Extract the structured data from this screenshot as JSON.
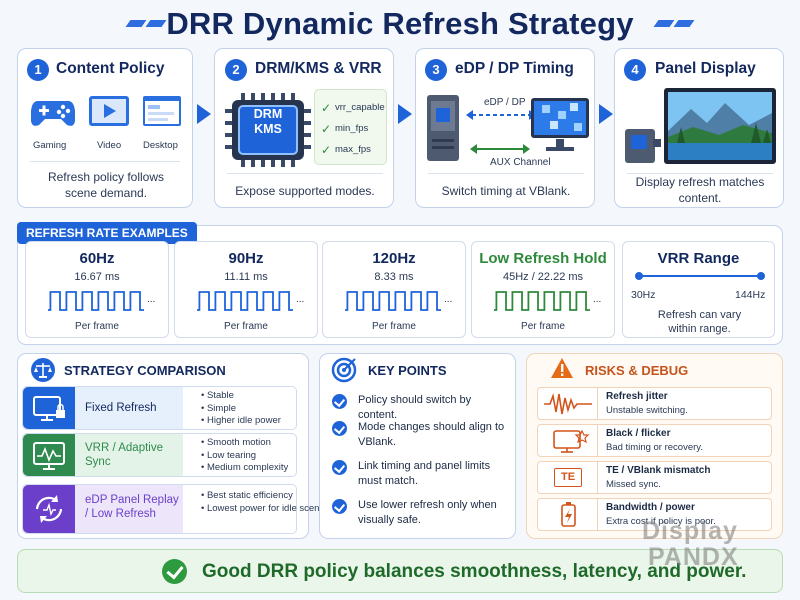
{
  "title": "DRR Dynamic Refresh Strategy",
  "steps": [
    {
      "num": "1",
      "title": "Content Policy",
      "caption": "Refresh policy follows scene demand.",
      "icons": [
        "Gaming",
        "Video",
        "Desktop"
      ]
    },
    {
      "num": "2",
      "title": "DRM/KMS & VRR",
      "caption": "Expose supported modes.",
      "chip": "DRM KMS",
      "props": [
        "vrr_capable",
        "min_fps",
        "max_fps"
      ]
    },
    {
      "num": "3",
      "title": "eDP / DP Timing",
      "caption": "Switch timing at VBlank.",
      "link_label": "eDP / DP",
      "aux_label": "AUX Channel"
    },
    {
      "num": "4",
      "title": "Panel Display",
      "caption": "Display refresh matches content."
    }
  ],
  "rates": {
    "tag": "REFRESH RATE EXAMPLES",
    "items": [
      {
        "title": "60Hz",
        "sub": "16.67 ms",
        "per": "Per frame",
        "pulses": 6,
        "color": "#1f63d8",
        "green": false
      },
      {
        "title": "90Hz",
        "sub": "11.11 ms",
        "per": "Per frame",
        "pulses": 6,
        "color": "#1f63d8",
        "green": false
      },
      {
        "title": "120Hz",
        "sub": "8.33 ms",
        "per": "Per frame",
        "pulses": 6,
        "color": "#1f63d8",
        "green": false
      },
      {
        "title": "Low Refresh Hold",
        "sub": "45Hz / 22.22 ms",
        "per": "Per frame",
        "pulses": 6,
        "color": "#2e8a3b",
        "green": true
      }
    ],
    "vrr": {
      "title": "VRR Range",
      "min": "30Hz",
      "max": "144Hz",
      "desc": "Refresh can vary within range."
    }
  },
  "strategy": {
    "heading": "STRATEGY COMPARISON",
    "rows": [
      {
        "name": "Fixed Refresh",
        "bullets": [
          "Stable",
          "Simple",
          "Higher idle power"
        ],
        "color": "#1f63d8",
        "bg": "#e6effc"
      },
      {
        "name": "VRR / Adaptive Sync",
        "bullets": [
          "Smooth motion",
          "Low tearing",
          "Medium complexity"
        ],
        "color": "#2e8a4f",
        "bg": "#e4f3e7"
      },
      {
        "name": "eDP Panel Replay / Low Refresh",
        "bullets": [
          "Best static efficiency",
          "Lowest power for idle scenes"
        ],
        "color": "#6b3fc9",
        "bg": "#ede6fa"
      }
    ]
  },
  "keypoints": {
    "heading": "KEY POINTS",
    "items": [
      "Policy should switch by content.",
      "Mode changes should align to VBlank.",
      "Link timing and panel limits must match.",
      "Use lower refresh only when visually safe."
    ]
  },
  "risks": {
    "heading": "RISKS & DEBUG",
    "items": [
      {
        "title": "Refresh jitter",
        "desc": "Unstable switching."
      },
      {
        "title": "Black / flicker",
        "desc": "Bad timing or recovery."
      },
      {
        "title": "TE / VBlank mismatch",
        "desc": "Missed sync."
      },
      {
        "title": "Bandwidth / power",
        "desc": "Extra cost if policy is poor."
      }
    ],
    "te_badge": "TE"
  },
  "footer": "Good DRR policy balances smoothness, latency, and power.",
  "watermark": [
    "Display",
    "PANDX"
  ],
  "colors": {
    "accent": "#1f63d8",
    "navy": "#12285e",
    "green": "#2e8a3b",
    "orange": "#e36b1a"
  }
}
